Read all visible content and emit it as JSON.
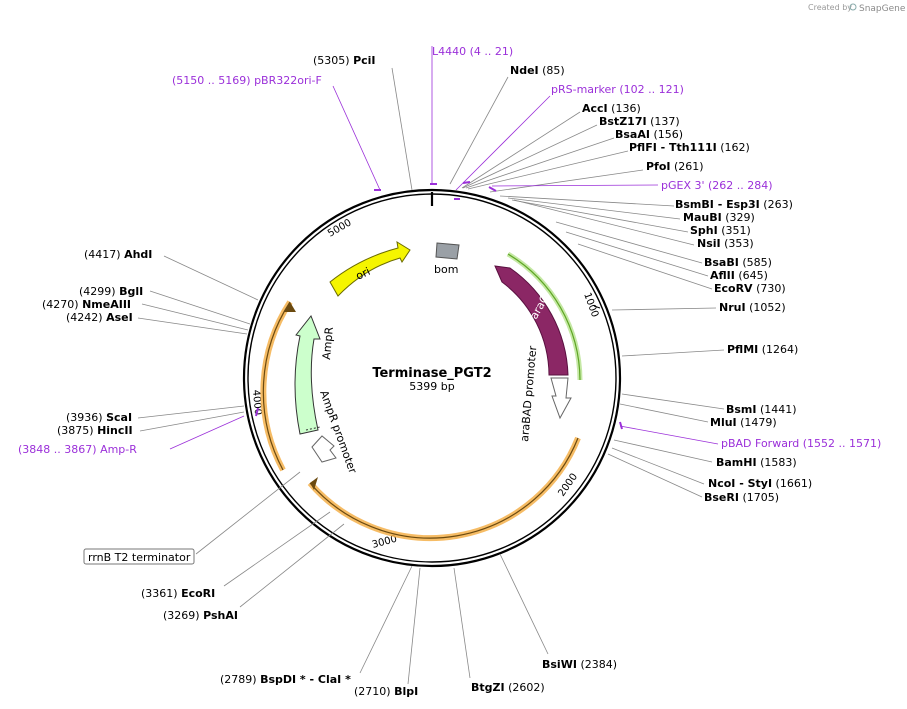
{
  "credit": {
    "prefix": "Created by",
    "brand": "SnapGene"
  },
  "plasmid": {
    "name": "Terminase_PGT2",
    "length_text": "5399 bp"
  },
  "ruler_ticks": [
    "1000",
    "2000",
    "3000",
    "4000",
    "5000"
  ],
  "features": {
    "ori": "ori",
    "bom": "bom",
    "araC": "araC",
    "araBAD": "araBAD promoter",
    "AmpR": "AmpR",
    "AmpR_promoter": "AmpR promoter",
    "rrnB": "rrnB T2 terminator"
  },
  "colors": {
    "ori": "#f5f500",
    "araC": "#8b2765",
    "AmpR": "#ccffcc",
    "primer": "#9b30d9",
    "orange": "#f5b04a",
    "bom": "#9aa0a6",
    "green_outline": "#5ea624"
  },
  "labels": [
    {
      "name": "PciI",
      "pos": "(5305)"
    },
    {
      "name": "L4440",
      "pos": "(4 .. 21)",
      "primer": true
    },
    {
      "name": "NdeI",
      "pos": "(85)"
    },
    {
      "name": "pBR322ori-F",
      "pos": "(5150 .. 5169)",
      "primer": true
    },
    {
      "name": "pRS-marker",
      "pos": "(102 .. 121)",
      "primer": true
    },
    {
      "name": "AccI",
      "pos": "(136)"
    },
    {
      "name": "BstZ17I",
      "pos": "(137)"
    },
    {
      "name": "BsaAI",
      "pos": "(156)"
    },
    {
      "name": "PflFI - Tth111I",
      "pos": "(162)"
    },
    {
      "name": "PfoI",
      "pos": "(261)"
    },
    {
      "name": "pGEX 3'",
      "pos": "(262 .. 284)",
      "primer": true
    },
    {
      "name": "BsmBI - Esp3I",
      "pos": "(263)"
    },
    {
      "name": "MauBI",
      "pos": "(329)"
    },
    {
      "name": "SphI",
      "pos": "(351)"
    },
    {
      "name": "NsiI",
      "pos": "(353)"
    },
    {
      "name": "BsaBI",
      "pos": "(585)"
    },
    {
      "name": "AflII",
      "pos": "(645)"
    },
    {
      "name": "EcoRV",
      "pos": "(730)"
    },
    {
      "name": "NruI",
      "pos": "(1052)"
    },
    {
      "name": "PflMI",
      "pos": "(1264)"
    },
    {
      "name": "BsmI",
      "pos": "(1441)"
    },
    {
      "name": "MluI",
      "pos": "(1479)"
    },
    {
      "name": "pBAD Forward",
      "pos": "(1552 .. 1571)",
      "primer": true
    },
    {
      "name": "BamHI",
      "pos": "(1583)"
    },
    {
      "name": "NcoI - StyI",
      "pos": "(1661)"
    },
    {
      "name": "BseRI",
      "pos": "(1705)"
    },
    {
      "name": "AhdI",
      "pos": "(4417)"
    },
    {
      "name": "BglI",
      "pos": "(4299)"
    },
    {
      "name": "NmeAIII",
      "pos": "(4270)"
    },
    {
      "name": "AseI",
      "pos": "(4242)"
    },
    {
      "name": "ScaI",
      "pos": "(3936)"
    },
    {
      "name": "HincII",
      "pos": "(3875)"
    },
    {
      "name": "Amp-R",
      "pos": "(3848 .. 3867)",
      "primer": true
    },
    {
      "name": "EcoRI",
      "pos": "(3361)"
    },
    {
      "name": "PshAI",
      "pos": "(3269)"
    },
    {
      "name": "BspDI * - ClaI *",
      "pos": "(2789)"
    },
    {
      "name": "BlpI",
      "pos": "(2710)"
    },
    {
      "name": "BtgZI",
      "pos": "(2602)"
    },
    {
      "name": "BsiWI",
      "pos": "(2384)"
    }
  ]
}
